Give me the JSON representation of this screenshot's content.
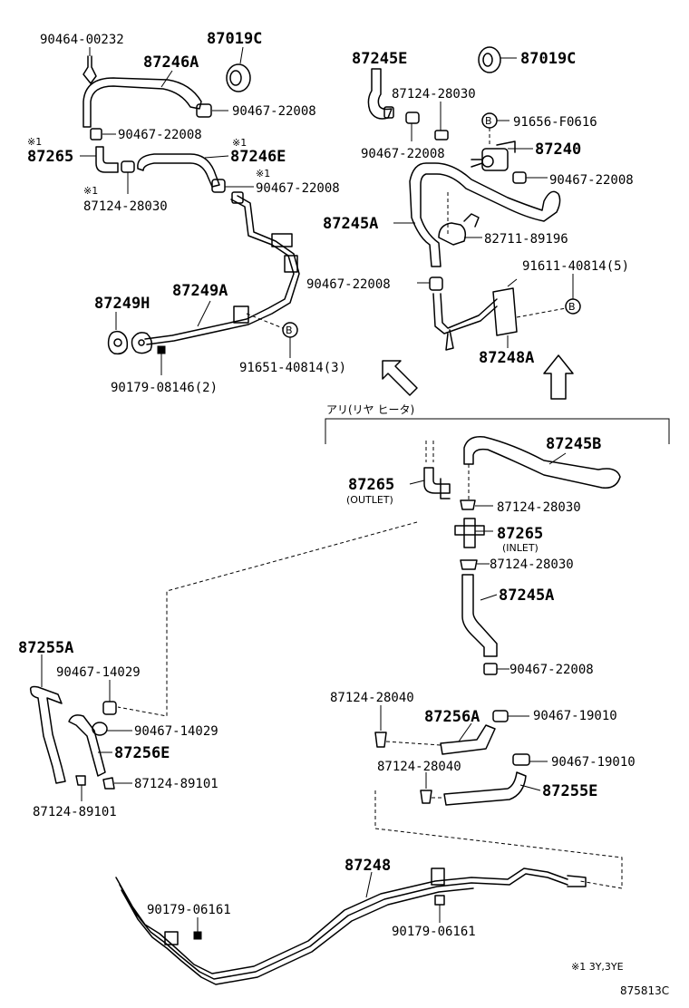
{
  "labels": {
    "p90464_00232": "90464-00232",
    "p87019c_a": "87019C",
    "p87246a": "87246A",
    "p90467_22008_a": "90467-22008",
    "p90467_22008_b": "90467-22008",
    "p87265_a": "87265",
    "p87246e": "87246E",
    "p90467_22008_c": "90467-22008",
    "p87124_28030_a": "87124-28030",
    "p87249h": "87249H",
    "p87249a": "87249A",
    "p91651_40814": "91651-40814(3)",
    "p90179_08146": "90179-08146(2)",
    "p87245e": "87245E",
    "p87019c_b": "87019C",
    "p87124_28030_b": "87124-28030",
    "p91656_f0616": "91656-F0616",
    "p90467_22008_d": "90467-22008",
    "p87240": "87240",
    "p90467_22008_e": "90467-22008",
    "p87245a_top": "87245A",
    "p82711_89196": "82711-89196",
    "p90467_22008_f": "90467-22008",
    "p91611_40814": "91611-40814(5)",
    "p87248a": "87248A",
    "p87245b": "87245B",
    "p87265_outlet": "87265",
    "outlet": "(OUTLET)",
    "p87124_28030_c": "87124-28030",
    "p87265_inlet": "87265",
    "inlet": "(INLET)",
    "p87124_28030_d": "87124-28030",
    "p87245a_mid": "87245A",
    "p90467_22008_g": "90467-22008",
    "p87255a": "87255A",
    "p90467_14029_a": "90467-14029",
    "p90467_14029_b": "90467-14029",
    "p87256e": "87256E",
    "p87124_89101_a": "87124-89101",
    "p87124_89101_b": "87124-89101",
    "p87124_28040_a": "87124-28040",
    "p87256a": "87256A",
    "p90467_19010_a": "90467-19010",
    "p87124_28040_b": "87124-28040",
    "p90467_19010_b": "90467-19010",
    "p87255e": "87255E",
    "p87248": "87248",
    "p90179_06161_a": "90179-06161",
    "p90179_06161_b": "90179-06161"
  },
  "markers": {
    "note_symbol": "※1",
    "b_callout": "B"
  },
  "section_header": "アリ(リヤ ヒータ)",
  "footnote": "※1 3Y,3YE",
  "diagram_id": "875813C"
}
